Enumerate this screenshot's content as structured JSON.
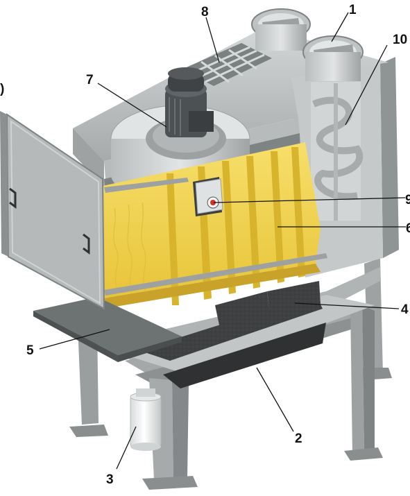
{
  "diagram": {
    "callouts": [
      {
        "id": "1",
        "label": "1"
      },
      {
        "id": "2",
        "label": "2"
      },
      {
        "id": "3",
        "label": "3"
      },
      {
        "id": "4",
        "label": "4"
      },
      {
        "id": "5",
        "label": "5"
      },
      {
        "id": "6",
        "label": "6"
      },
      {
        "id": "7",
        "label": "7"
      },
      {
        "id": "8",
        "label": "8"
      },
      {
        "id": "9",
        "label": "9"
      },
      {
        "id": "10",
        "label": "10"
      },
      {
        "id": "edge-left",
        "label": ")"
      }
    ],
    "colors": {
      "steel_light": "#c9cccc",
      "steel_mid": "#a9adae",
      "steel_dark": "#7d8283",
      "filter_yellow": "#f2d54a",
      "filter_shadow": "#d9b52a",
      "foam_dark": "#3b3d3e",
      "motor_dark": "#4a4f52",
      "canister": "#eceff0"
    }
  }
}
